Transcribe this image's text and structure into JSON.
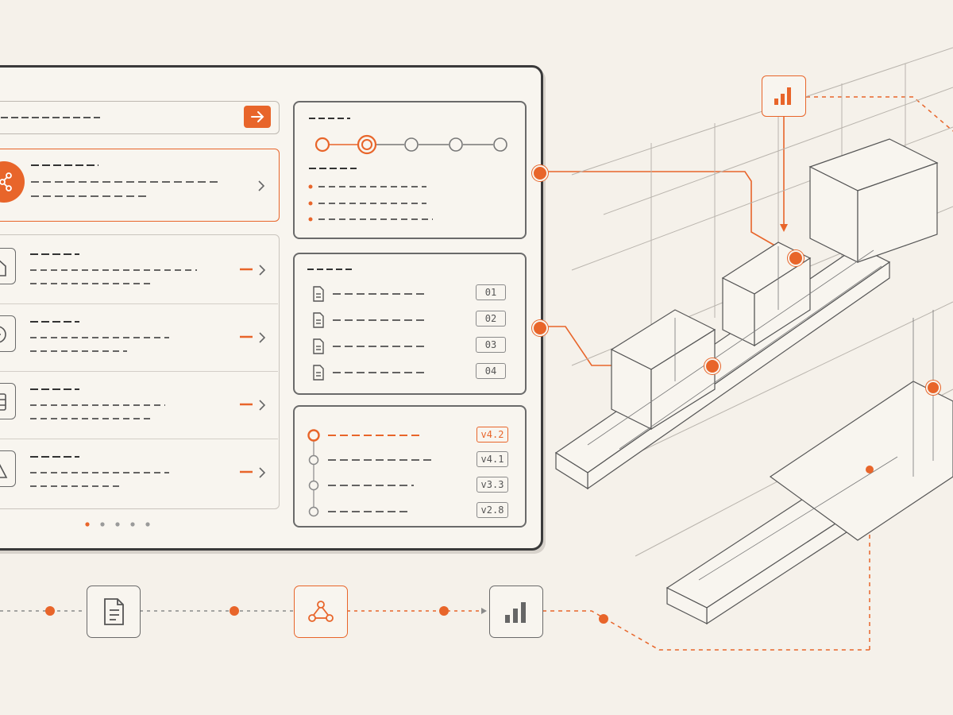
{
  "accent": "#e8652a",
  "ink": "#4a4a4a",
  "icons": {
    "header_arrow": "arrow-right-icon",
    "featured": "share-nodes-icon",
    "items": [
      "house-icon",
      "clock-icon",
      "grid-icon",
      "warning-icon"
    ],
    "docs": "document-icon",
    "flow": [
      "document-icon",
      "share-nodes-icon",
      "bar-chart-icon"
    ],
    "factory_badge": "bar-chart-icon"
  },
  "stepper": {
    "steps": 5,
    "current_step": 2
  },
  "pagination": {
    "pages": 5,
    "current_page": 1
  },
  "doc_list": {
    "items": [
      "01",
      "02",
      "03",
      "04"
    ]
  },
  "versions": {
    "items": [
      "v4.2",
      "v4.1",
      "v3.3",
      "v2.8"
    ],
    "current": "v4.2"
  }
}
